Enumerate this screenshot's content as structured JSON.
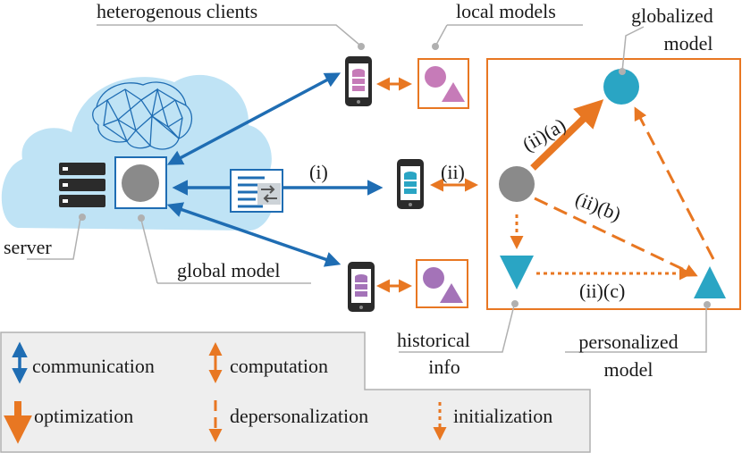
{
  "labels": {
    "heterogenous_clients": "heterogenous clients",
    "local_models": "local models",
    "globalized_model_line1": "globalized",
    "globalized_model_line2": "model",
    "server": "server",
    "global_model": "global model",
    "historical_info_line1": "historical",
    "historical_info_line2": "info",
    "personalized_model_line1": "personalized",
    "personalized_model_line2": "model"
  },
  "steps": {
    "i": "(i)",
    "ii": "(ii)",
    "ii_a": "(ii)(a)",
    "ii_b": "(ii)(b)",
    "ii_c": "(ii)(c)"
  },
  "legend": {
    "communication": "communication",
    "computation": "computation",
    "optimization": "optimization",
    "depersonalization": "depersonalization",
    "initialization": "initialization"
  },
  "colors": {
    "communication": "#1f6db3",
    "computation": "#e87722",
    "cloud": "#bfe3f5",
    "circle_gray": "#8a8a8a",
    "teal": "#2aa5c4",
    "purple": "#a473b8",
    "pink": "#c67bb8",
    "legend_bg": "#eeeeee"
  },
  "icons": [
    "cloud-icon",
    "brain-icon",
    "server-rack-icon",
    "phone-icon",
    "document-icon",
    "circle-icon",
    "triangle-icon"
  ]
}
